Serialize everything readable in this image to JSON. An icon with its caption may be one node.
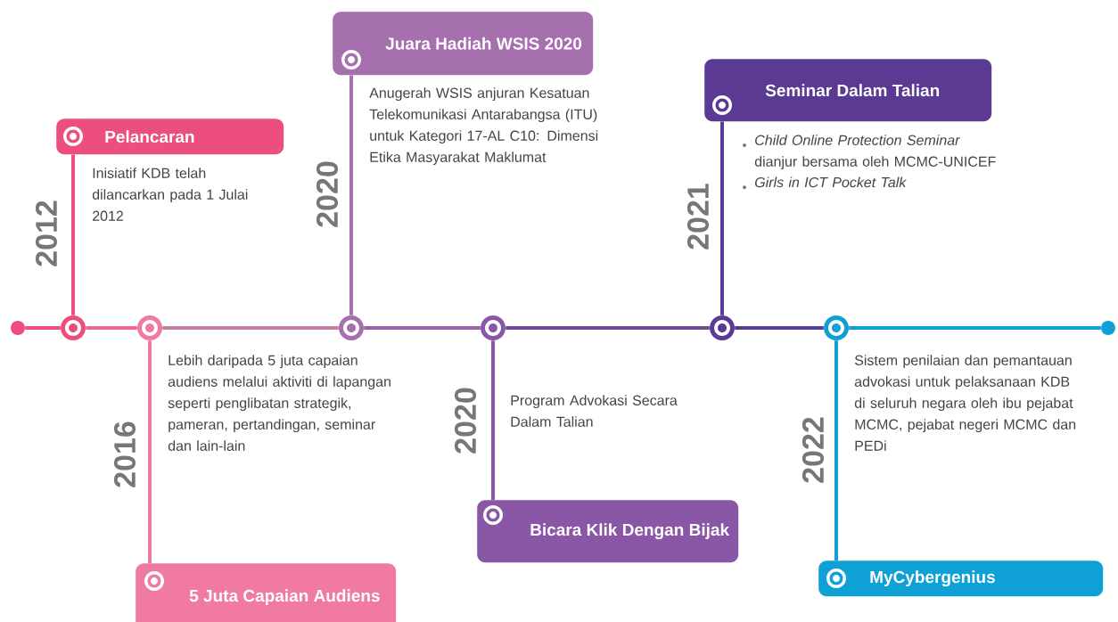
{
  "diagram": {
    "nodes": [
      {
        "text": [],
        "shape": "circle"
      },
      {
        "text": [],
        "shape": "circle"
      },
      {
        "text": [],
        "shape": "circle"
      },
      {
        "text": [],
        "shape": "circle"
      },
      {
        "text": [],
        "shape": "circle"
      },
      {
        "text": [],
        "shape": "circle"
      },
      {
        "text": [],
        "shape": "circle"
      },
      {
        "text": [],
        "shape": "circle"
      },
      {
        "text": [
          "Pelancaran"
        ],
        "beside": [
          "Inisiatif KDB telah dilancarkan pada 1 Julai 2012"
        ]
      },
      {
        "text": [
          "5 Juta Capaian Audiens"
        ]
      },
      {
        "text": [
          "Juara Hadiah WSIS 2020"
        ],
        "beside": [
          "Anugerah WSIS anjuran Kesatuan Telekomunikasi Antarabangsa (ITU) untuk Kategori 17-AL C10: Dimensi Etika Masyarakat Maklumat"
        ]
      },
      {
        "text": [
          "Bicara Klik Dengan Bijak"
        ]
      },
      {
        "text": [
          "Seminar Dalam Talian"
        ],
        "beside": [
          "*Child Online Protection Seminar* dianjur bersama oleh MCMC-UNICEF",
          "*Girls in ICT Pocket Talk*"
        ]
      },
      {
        "text": [
          "MyCybergenius"
        ]
      }
    ],
    "edges": [
      {
        "from": 0,
        "to": 1,
        "arrow": "none",
        "color": "#ec4f7d"
      },
      {
        "from": 1,
        "to": 2,
        "arrow": "none",
        "color": "#ee6590"
      },
      {
        "from": 2,
        "to": 3,
        "arrow": "none",
        "color": "#c77aa8"
      },
      {
        "from": 3,
        "to": 4,
        "arrow": "none",
        "color": "#9a62aa"
      },
      {
        "from": 4,
        "to": 5,
        "arrow": "none",
        "color": "#70489c"
      },
      {
        "from": 5,
        "to": 6,
        "arrow": "none",
        "color": "#5a3a93"
      },
      {
        "from": 6,
        "to": 7,
        "arrow": "none",
        "color": "#0fa0d6"
      },
      {
        "from": 1,
        "to": 8,
        "arrow": "none",
        "color": "#ec4f7d"
      },
      {
        "from": 2,
        "to": 9,
        "arrow": "none",
        "color": "#f07aa0"
      },
      {
        "from": 3,
        "to": 10,
        "arrow": "none",
        "color": "#a66fae"
      },
      {
        "from": 4,
        "to": 11,
        "arrow": "none",
        "color": "#8a56a6"
      },
      {
        "from": 5,
        "to": 12,
        "arrow": "none",
        "color": "#5a3a93"
      },
      {
        "from": 6,
        "to": 13,
        "arrow": "none",
        "color": "#0fa0d6"
      }
    ],
    "labels": [
      "2012",
      "2016",
      "Lebih daripada 5 juta capaian audiens melalui aktiviti di lapangan seperti penglibatan strategik, pameran, pertandingan, seminar dan lain-lain",
      "2020",
      "2020",
      "Program Advokasi Secara Dalam Talian",
      "2021",
      "2022",
      "Sistem penilaian dan pemantauan advokasi untuk pelaksanaan KDB di seluruh negara oleh ibu pejabat MCMC, pejabat negeri MCMC dan PEDi"
    ]
  }
}
